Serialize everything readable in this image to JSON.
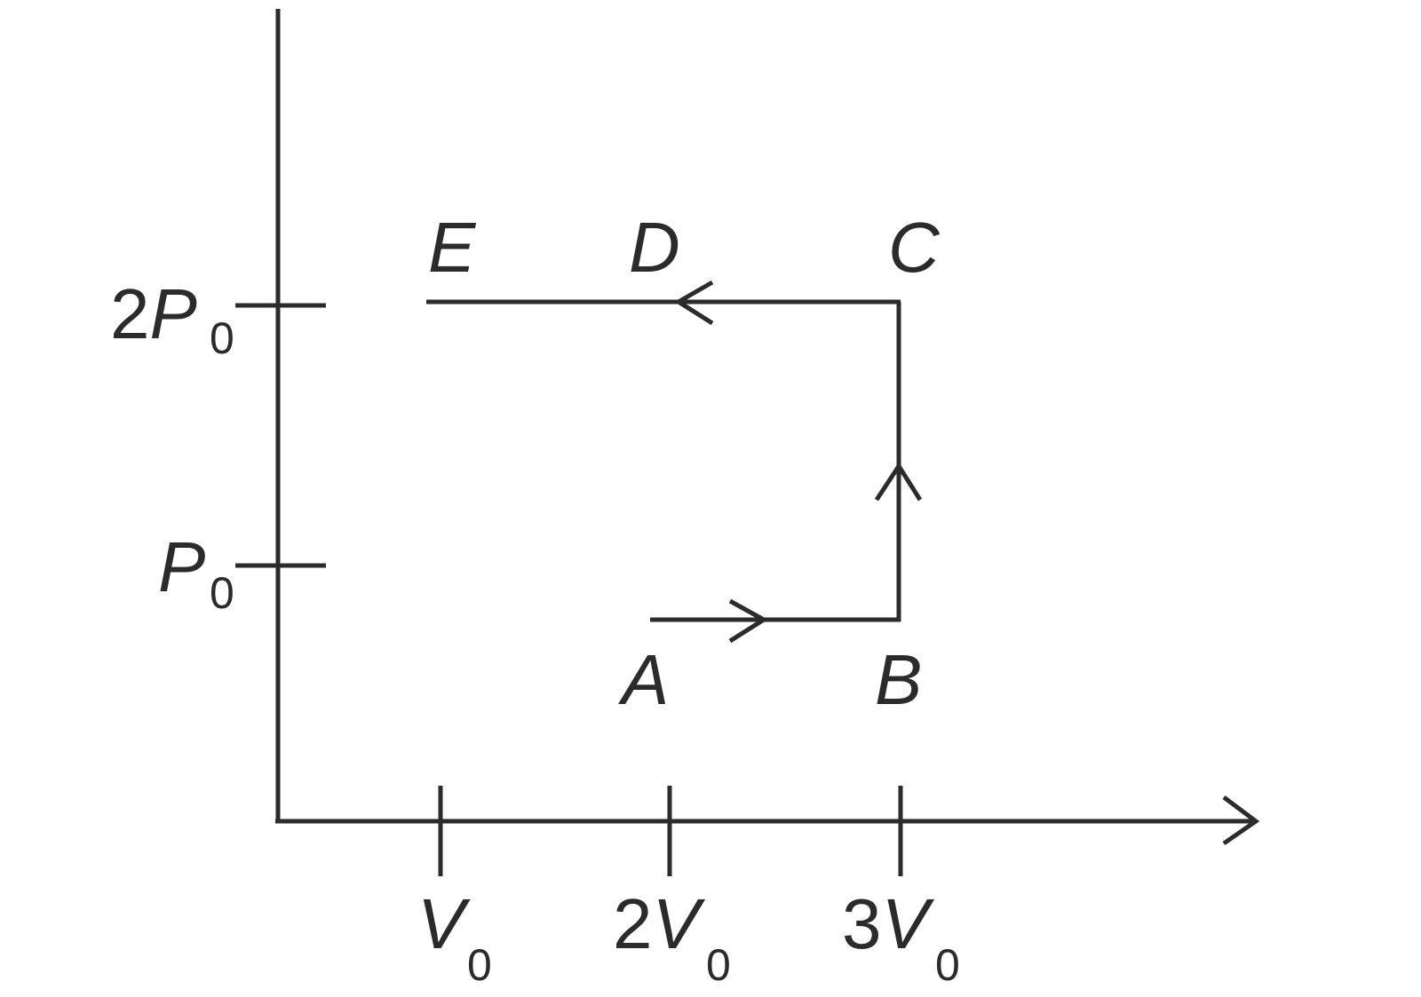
{
  "diagram": {
    "points": {
      "A": "A",
      "B": "B",
      "C": "C",
      "D": "D",
      "E": "E"
    },
    "y_ticks": [
      {
        "coef": "2",
        "sym": "P",
        "sub": "0"
      },
      {
        "coef": "",
        "sym": "P",
        "sub": "0"
      }
    ],
    "x_ticks": [
      {
        "coef": "",
        "sym": "V",
        "sub": "0"
      },
      {
        "coef": "2",
        "sym": "V",
        "sub": "0"
      },
      {
        "coef": "3",
        "sym": "V",
        "sub": "0"
      }
    ],
    "colors": {
      "ink": "#2b2b2b",
      "background": "#ffffff"
    }
  }
}
